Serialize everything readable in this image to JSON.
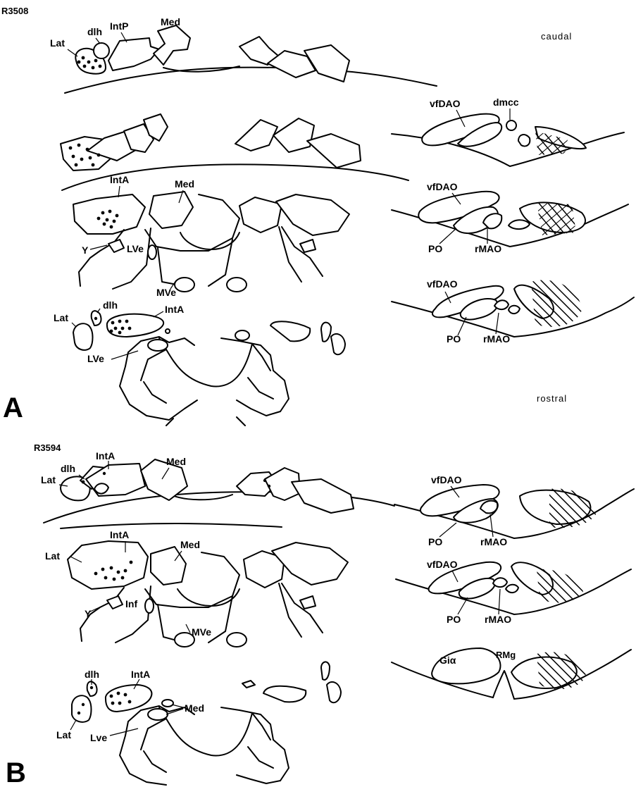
{
  "panel_a": {
    "letter": "A",
    "case_id": "R3508",
    "orientation": {
      "top": "caudal",
      "bottom": "rostral"
    },
    "cerebellar_labels": {
      "lat1": "Lat",
      "dlh1": "dlh",
      "intp": "IntP",
      "med1": "Med",
      "inta2": "IntA",
      "med2": "Med",
      "y": "Y",
      "lve1": "LVe",
      "mve": "MVe",
      "lat3": "Lat",
      "dlh3": "dlh",
      "inta3": "IntA",
      "lve3": "LVe"
    },
    "olive_labels": {
      "vfdao1": "vfDAO",
      "dmcc": "dmcc",
      "vfdao2": "vfDAO",
      "po2": "PO",
      "rmao2": "rMAO",
      "vfdao3": "vfDAO",
      "po3": "PO",
      "rmao3": "rMAO"
    }
  },
  "panel_b": {
    "letter": "B",
    "case_id": "R3594",
    "cerebellar_labels": {
      "lat1": "Lat",
      "dlh1": "dlh",
      "inta1": "IntA",
      "med1": "Med",
      "lat2": "Lat",
      "inta2": "IntA",
      "med2": "Med",
      "y": "Y",
      "inf": "Inf",
      "mve": "MVe",
      "dlh3": "dlh",
      "inta3": "IntA",
      "med3": "Med",
      "lat3": "Lat",
      "lve3": "Lve"
    },
    "olive_labels": {
      "vfdao1": "vfDAO",
      "po1": "PO",
      "rmao1": "rMAO",
      "vfdao2": "vfDAO",
      "po2": "PO",
      "rmao2": "rMAO",
      "gia": "Giα",
      "rmg": "RMg"
    }
  }
}
